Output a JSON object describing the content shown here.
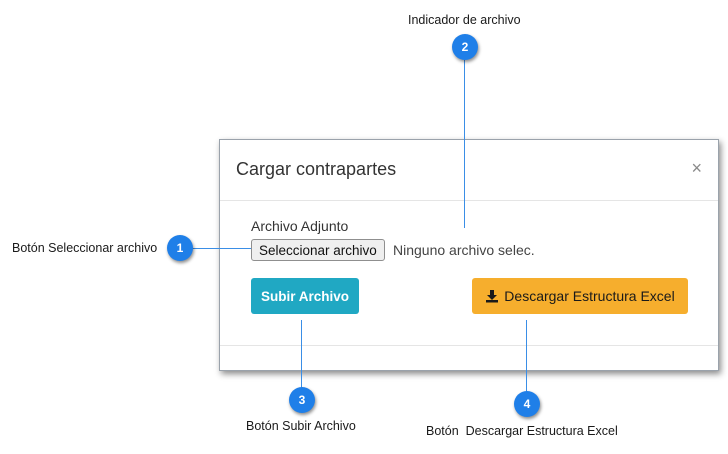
{
  "modal": {
    "title": "Cargar contrapartes",
    "close_label": "×",
    "field_label": "Archivo Adjunto",
    "file_button_label": "Seleccionar archivo",
    "file_status": "Ninguno archivo selec.",
    "upload_button_label": "Subir Archivo",
    "excel_button_label": "Descargar Estructura Excel",
    "download_icon": "download-icon"
  },
  "annotations": [
    {
      "number": "1",
      "label": "Botón Seleccionar archivo"
    },
    {
      "number": "2",
      "label": "Indicador de archivo"
    },
    {
      "number": "3",
      "label": "Botón Subir Archivo"
    },
    {
      "number": "4",
      "label": "Botón  Descargar Estructura Excel"
    }
  ],
  "colors": {
    "badge": "#1f7fe8",
    "upload_button": "#20a8c3",
    "excel_button": "#f6ae2d"
  }
}
